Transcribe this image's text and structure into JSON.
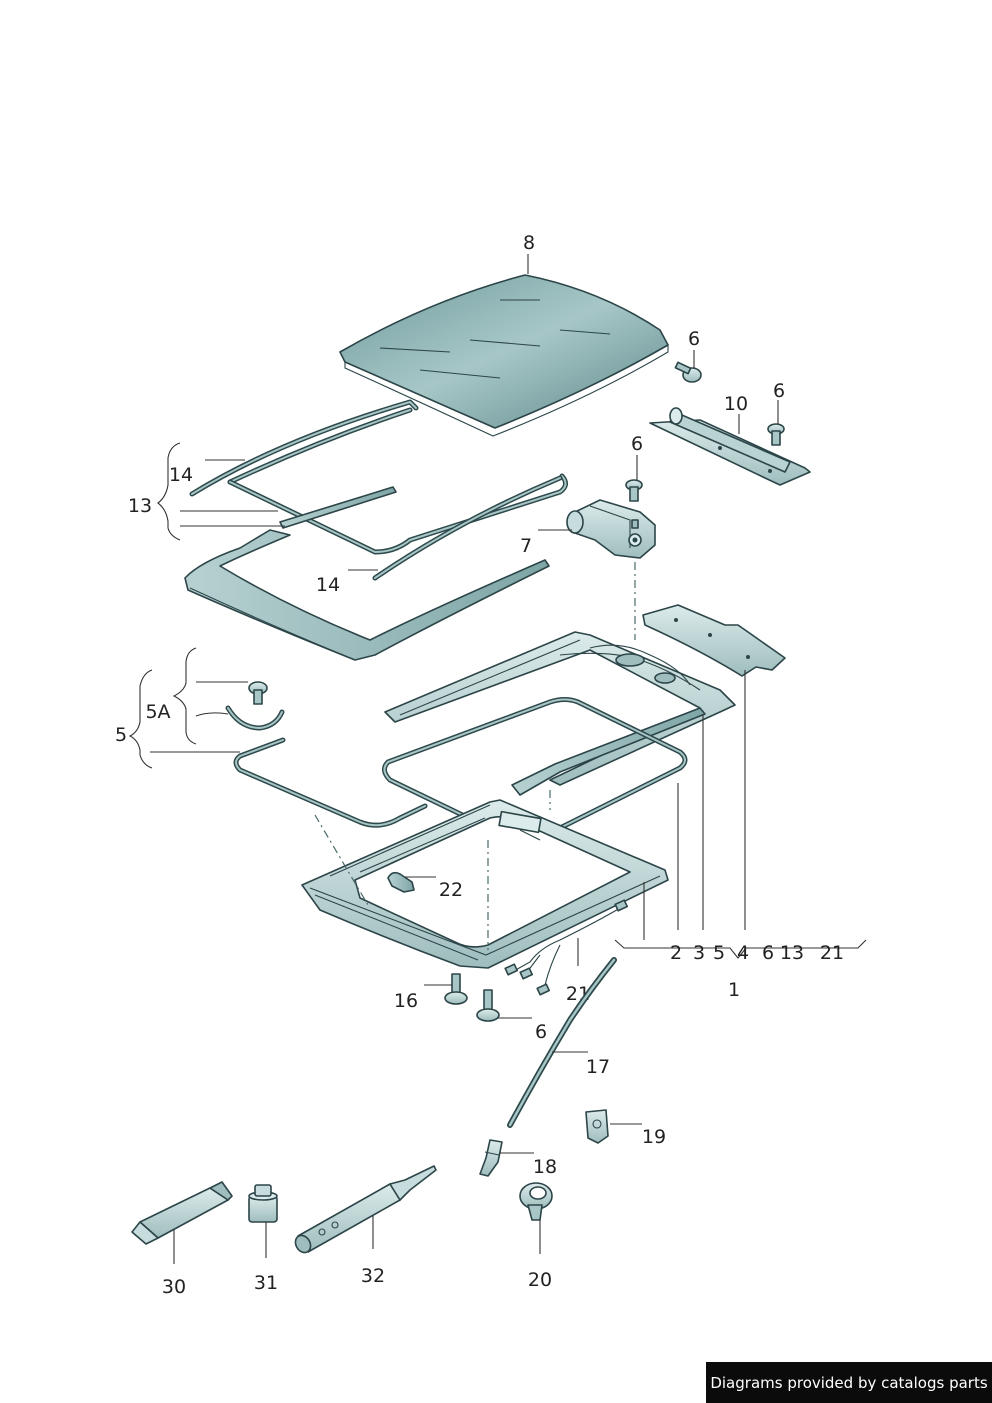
{
  "callouts": {
    "c8": "8",
    "c6a": "6",
    "c6b": "6",
    "c6c": "6",
    "c6d": "6",
    "c10": "10",
    "c14a": "14",
    "c14b": "14",
    "c13": "13",
    "c7": "7",
    "c5a": "5A",
    "c5": "5",
    "c22": "22",
    "c16": "16",
    "c21a": "21",
    "c17": "17",
    "c19": "19",
    "c18": "18",
    "c20": "20",
    "c30": "30",
    "c31": "31",
    "c32": "32",
    "c1": "1"
  },
  "group_row": [
    "2",
    "3",
    "5",
    "4",
    "6",
    "13",
    "21"
  ],
  "footer": {
    "credit": "Diagrams provided by catalogs parts"
  },
  "colors": {
    "glass": "#8fb1b1",
    "metal": "#c7dcdc",
    "dark_edge": "#2c4548",
    "footer_bg": "#0b0b0b",
    "footer_text": "#ffffff"
  }
}
